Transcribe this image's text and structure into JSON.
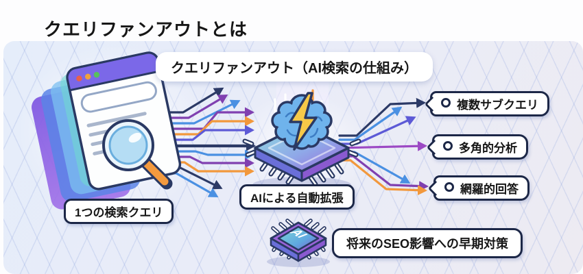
{
  "page": {
    "title": "クエリファンアウトとは"
  },
  "diagram": {
    "heading": "クエリファンアウト（AI検索の仕組み）",
    "source_label": "1つの検索クエリ",
    "process_label": "AIによる自動拡張",
    "outputs": [
      {
        "label": "複数サブクエリ"
      },
      {
        "label": "多角的分析"
      },
      {
        "label": "網羅的回答"
      }
    ],
    "footer_label": "将来のSEO影響への早期対策",
    "chip_text": "AI",
    "colors": {
      "navy": "#2c3a66",
      "purple": "#8040b0",
      "blue": "#4a90e2",
      "violet": "#5d5ad6",
      "orange": "#f2983c",
      "magenta": "#9c49c4",
      "chip_teal": "#7ed6d6",
      "chip_purple": "#9a64d8",
      "panel_bg": "#e8edf8"
    }
  }
}
